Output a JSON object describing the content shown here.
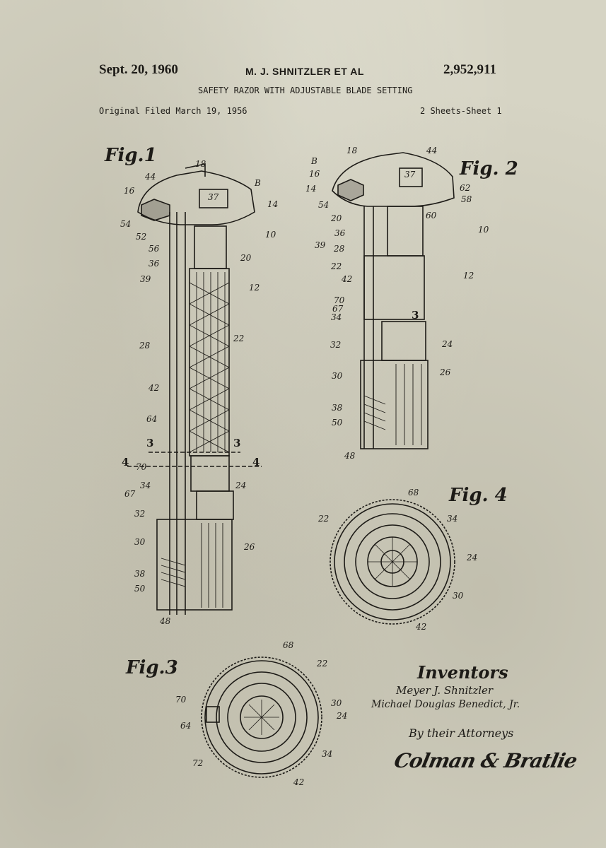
{
  "header": {
    "date": "Sept. 20, 1960",
    "inventor": "M. J. SHNITZLER ET AL",
    "patent_number": "2,952,911",
    "title": "SAFETY RAZOR WITH ADJUSTABLE BLADE SETTING",
    "filed": "Original Filed March 19, 1956",
    "sheets": "2 Sheets-Sheet 1"
  },
  "figures": {
    "fig1": "Fig.1",
    "fig2": "Fig. 2",
    "fig3": "Fig.3",
    "fig4": "Fig. 4"
  },
  "fig1_labels": [
    "18",
    "44",
    "16",
    "37",
    "B",
    "14",
    "54",
    "52",
    "56",
    "36",
    "39",
    "10",
    "20",
    "12",
    "28",
    "22",
    "42",
    "64",
    "3",
    "3",
    "4",
    "4",
    "70",
    "67",
    "34",
    "24",
    "32",
    "30",
    "26",
    "38",
    "50",
    "48"
  ],
  "fig2_labels": [
    "18",
    "44",
    "B",
    "16",
    "14",
    "54",
    "20",
    "36",
    "39",
    "28",
    "22",
    "42",
    "70",
    "67",
    "34",
    "32",
    "30",
    "38",
    "50",
    "48",
    "37",
    "62",
    "58",
    "60",
    "10",
    "12",
    "3",
    "24",
    "26"
  ],
  "fig3_labels": [
    "68",
    "22",
    "70",
    "30",
    "24",
    "64",
    "34",
    "72",
    "42"
  ],
  "fig4_labels": [
    "68",
    "22",
    "34",
    "24",
    "30",
    "42"
  ],
  "signature_block": {
    "heading": "Inventors",
    "inventor_1": "Meyer J. Shnitzler",
    "inventor_2": "Michael Douglas Benedict, Jr.",
    "attorneys_line": "By their Attorneys",
    "attorney_signature": "Colman & Bratlie"
  },
  "colors": {
    "paper": "#d6d4c4",
    "ink": "#1d1b17"
  }
}
